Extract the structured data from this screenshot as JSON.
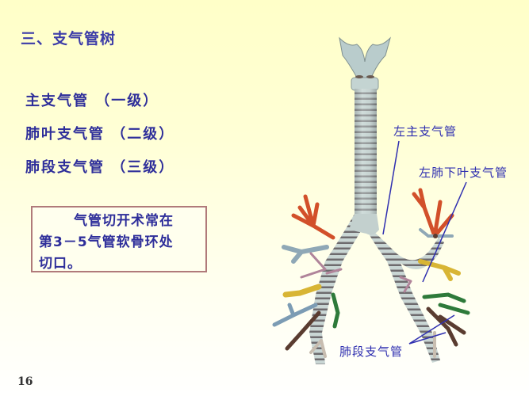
{
  "slide": {
    "title": "三、支气管树",
    "levels": [
      "主支气管 （一级）",
      "肺叶支气管 （二级）",
      "肺段支气管 （三级）"
    ],
    "note": {
      "line1": "气管切开术常在",
      "line2": "第3－5气管软骨环处",
      "line3": "切口。"
    },
    "page_number": "16",
    "colors": {
      "background_top": "#FFFFC8",
      "background_bottom": "#FFFFFE",
      "text": "#2E2E9A",
      "label": "#2F2FB0",
      "box_border": "#B07A7A"
    }
  },
  "illustration": {
    "icon": "bronchial-tree-illustration",
    "labels": {
      "left_main_bronchus": "左主支气管",
      "left_lower_lobe_bronchus": "左肺下叶支气管",
      "segmental_bronchus": "肺段支气管"
    }
  }
}
